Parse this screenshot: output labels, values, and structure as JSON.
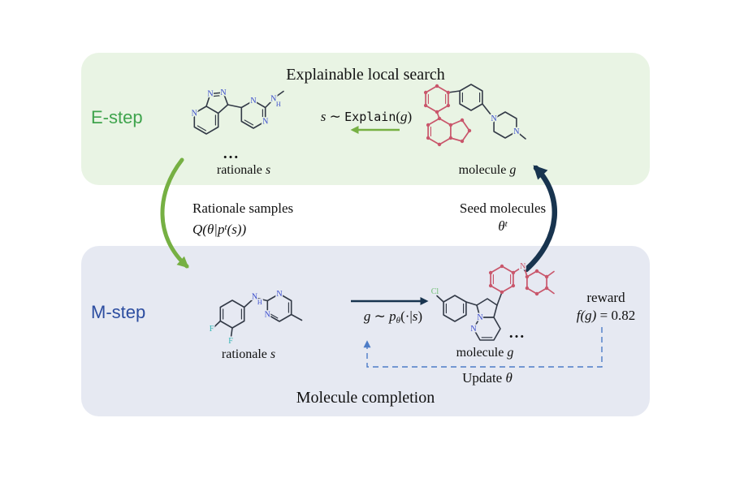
{
  "estep": {
    "step_label": "E-step",
    "title": "Explainable local search",
    "explain_formula": {
      "lhs": "s",
      "rel": " ∼ ",
      "fn": "Explain",
      "open": "(",
      "arg": "g",
      "close": ")"
    },
    "ellipsis": "...",
    "rationale_caption": {
      "prefix": "rationale ",
      "var": "s"
    },
    "molecule_caption": {
      "prefix": "molecule ",
      "var": "g"
    }
  },
  "flow": {
    "rationale_samples": "Rationale samples",
    "q_formula": {
      "head": "Q(θ|p",
      "sup": "t",
      "tail": "(s))"
    },
    "seed_molecules": "Seed molecules",
    "theta": {
      "base": "θ",
      "sup": "t"
    }
  },
  "mstep": {
    "step_label": "M-step",
    "title": "Molecule completion",
    "sample_formula": {
      "lhs": "g",
      "rel": " ∼ ",
      "p": "p",
      "sub": "θ",
      "open": "(·|",
      "arg": "s",
      "close": ")"
    },
    "reward_word": "reward",
    "reward_formula": {
      "lhs": "f(g)",
      "eq": " = ",
      "value": "0.82"
    },
    "update_label": {
      "word": "Update ",
      "var": "θ"
    },
    "ellipsis": "...",
    "rationale_caption": {
      "prefix": "rationale ",
      "var": "s"
    },
    "molecule_caption": {
      "prefix": "molecule ",
      "var": "g"
    }
  },
  "atoms": {
    "n": "N",
    "h": "H",
    "f": "F",
    "cl": "Cl"
  },
  "colors": {
    "estep_bg": "#e9f4e4",
    "mstep_bg": "#e6e9f2",
    "estep_label": "#3fa44d",
    "mstep_label": "#2c4da0",
    "text": "#111111",
    "arrow_green": "#76b043",
    "arrow_navy": "#18344f",
    "arrow_dashed": "#4d7cc7",
    "bond_dark": "#333a47",
    "bond_red": "#c9566b",
    "atom_blue": "#3a4ccc",
    "atom_teal": "#2fb3b3",
    "atom_cl": "#6fbf73"
  }
}
